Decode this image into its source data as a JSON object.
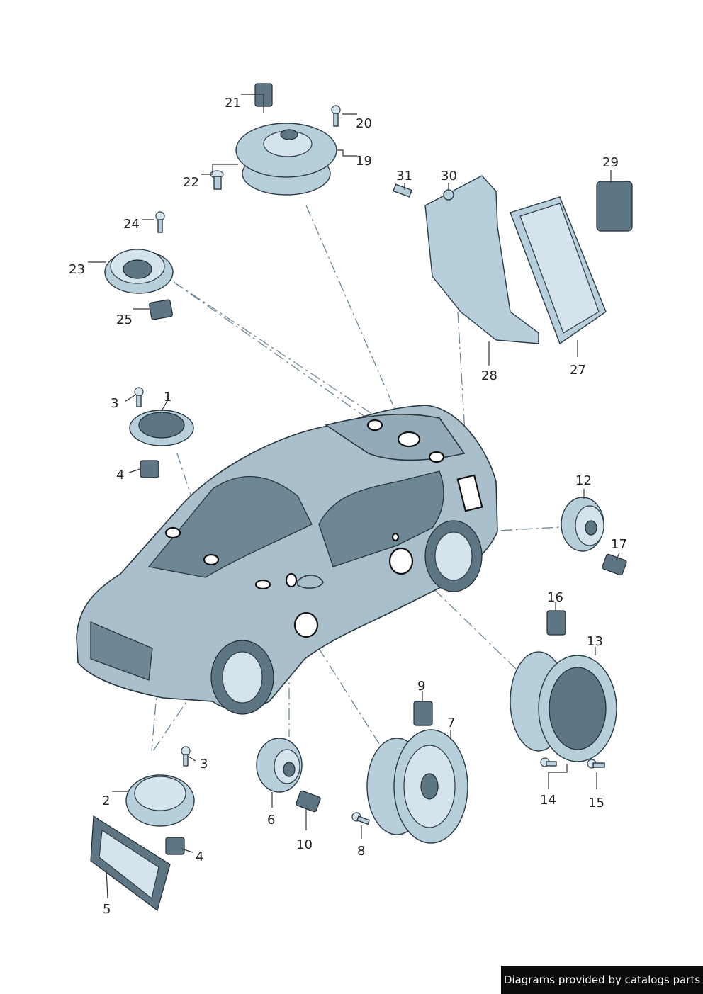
{
  "callouts": [
    "1",
    "2",
    "3",
    "3",
    "4",
    "4",
    "5",
    "6",
    "7",
    "8",
    "9",
    "10",
    "12",
    "13",
    "14",
    "15",
    "16",
    "17",
    "19",
    "20",
    "21",
    "22",
    "23",
    "24",
    "25",
    "27",
    "28",
    "29",
    "30",
    "31"
  ],
  "footer": {
    "credit": "Diagrams provided by catalogs parts"
  }
}
